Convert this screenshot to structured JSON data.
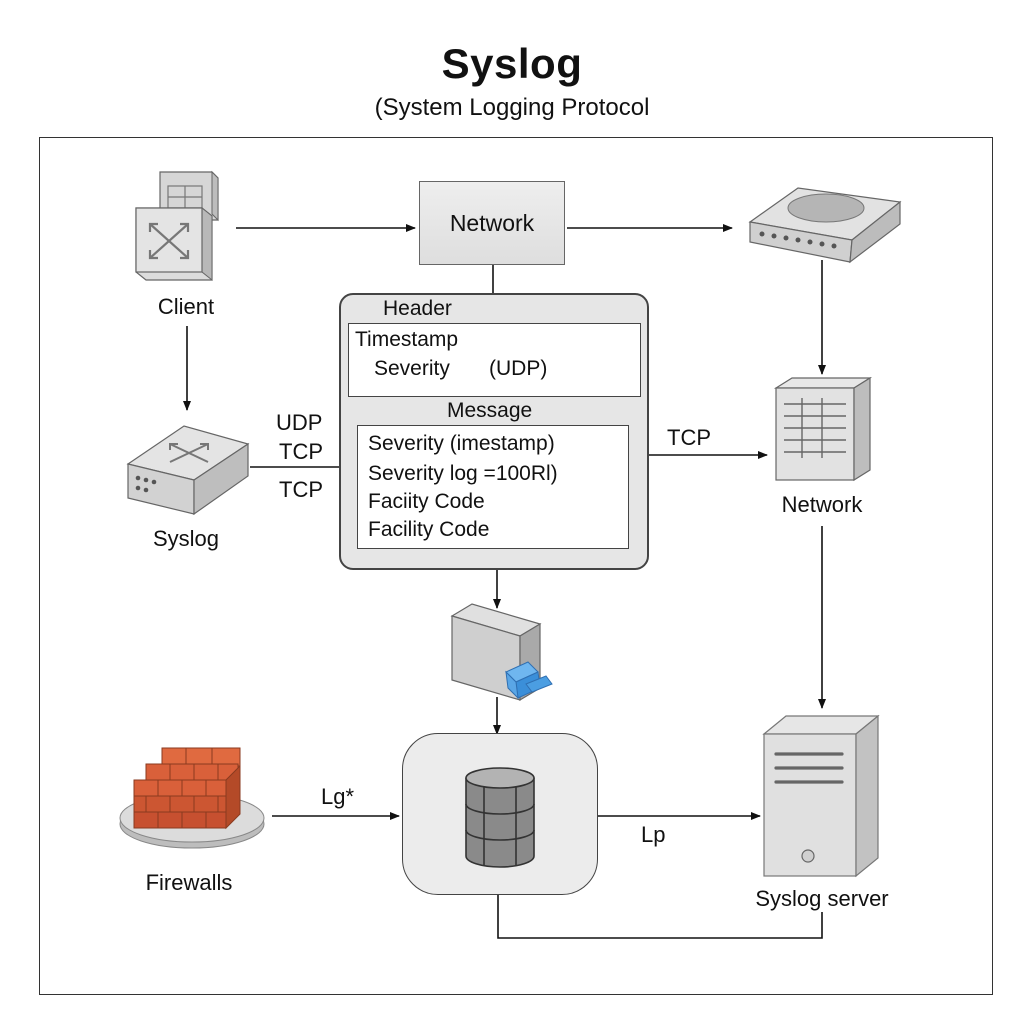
{
  "title": "Syslog",
  "subtitle": "(System Logging Protocol",
  "nodes": {
    "client": "Client",
    "syslog": "Syslog",
    "network_top": "Network",
    "network_right": "Network",
    "firewalls": "Firewalls",
    "syslog_server": "Syslog server"
  },
  "packet": {
    "header_title": "Header",
    "header_line1": "Timestamp",
    "header_line2": "Severity",
    "header_line2_proto": "(UDP)",
    "message_title": "Message",
    "message_lines": [
      "Severity (imestamp)",
      "Severity log =100Rl)",
      "Faciity Code",
      "Facility Code"
    ]
  },
  "edge_labels": {
    "udp": "UDP",
    "tcp1": "TCP",
    "tcp2": "TCP",
    "tcp_right": "TCP",
    "lg": "Lg*",
    "lp": "Lp"
  },
  "colors": {
    "frame": "#333333",
    "box_fill": "#e6e6e6",
    "brick": "#d9603a",
    "accent_blue": "#3b8fd9"
  }
}
